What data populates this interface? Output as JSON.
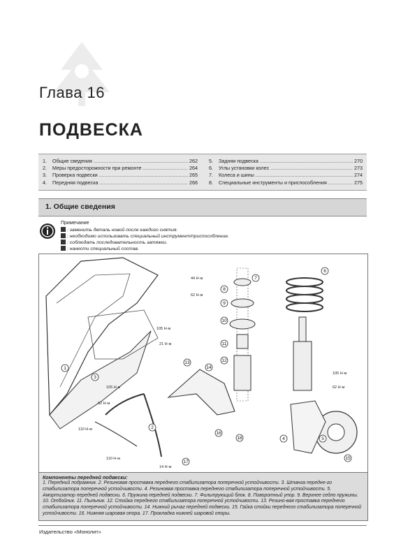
{
  "chapter": "Глава 16",
  "title": "ПОДВЕСКА",
  "toc_left": [
    {
      "num": "1.",
      "label": "Общие сведения",
      "page": "262"
    },
    {
      "num": "2.",
      "label": "Меры предосторожности при ремонте",
      "page": "264"
    },
    {
      "num": "3.",
      "label": "Проверка подвески",
      "page": "265"
    },
    {
      "num": "4.",
      "label": "Передняя подвеска",
      "page": "266"
    }
  ],
  "toc_right": [
    {
      "num": "5.",
      "label": "Задняя подвеска",
      "page": "270"
    },
    {
      "num": "6.",
      "label": "Углы установки колес",
      "page": "273"
    },
    {
      "num": "7.",
      "label": "Колеса и шины",
      "page": "274"
    },
    {
      "num": "8.",
      "label": "Специальные инструменты и приспособления",
      "page": "275"
    }
  ],
  "section_title": "1. Общие сведения",
  "note": {
    "title": "Примечание",
    "lines": [
      ": заменить деталь новой после каждого снятия.",
      ": необходимо использовать специальный инструмент/приспособление.",
      ": соблюдать последовательность затяжки.",
      ": нанести специальный состав."
    ]
  },
  "torques": [
    "44 Н·м",
    "62 Н·м",
    "105 Н·м",
    "21 Н·м",
    "105 Н·м",
    "62 Н·м",
    "110 Н·м",
    "110 Н·м",
    "14 Н·м",
    "105 Н·м",
    "62 Н·м"
  ],
  "callouts": [
    "1",
    "2",
    "3",
    "4",
    "5",
    "6",
    "7",
    "8",
    "9",
    "10",
    "11",
    "12",
    "13",
    "14",
    "15",
    "16",
    "17",
    "18"
  ],
  "caption": {
    "title": "Компоненты передней подвески:",
    "text": "1. Передний подрамник. 2. Резиновая проставка переднего стабилизатора поперечной устойчивости. 3. Штанга передне-го стабилизатора поперечной устойчивости. 4. Резиновая проставка переднего стабилизатора поперечной устойчивости. 5. Амортизатор передней подвески. 6. Пружина передней подвески. 7. Фильтрующий блок. 8. Поворотный упор. 9. Верхнее седло пружины. 10. Отбойник. 11. Пыльник. 12. Стойка переднего стабилизатора поперечной устойчивости. 13. Резино-вая проставка переднего стабилизатора поперечной устойчивости. 14. Нижний рычаг передней подвески. 15. Гайка стойки переднего стабилизатора поперечной устойчивости. 16. Нижняя шаровая опора. 17. Прокладка нижней шаровой опоры."
  },
  "footer": "Издательство «Монолит»"
}
